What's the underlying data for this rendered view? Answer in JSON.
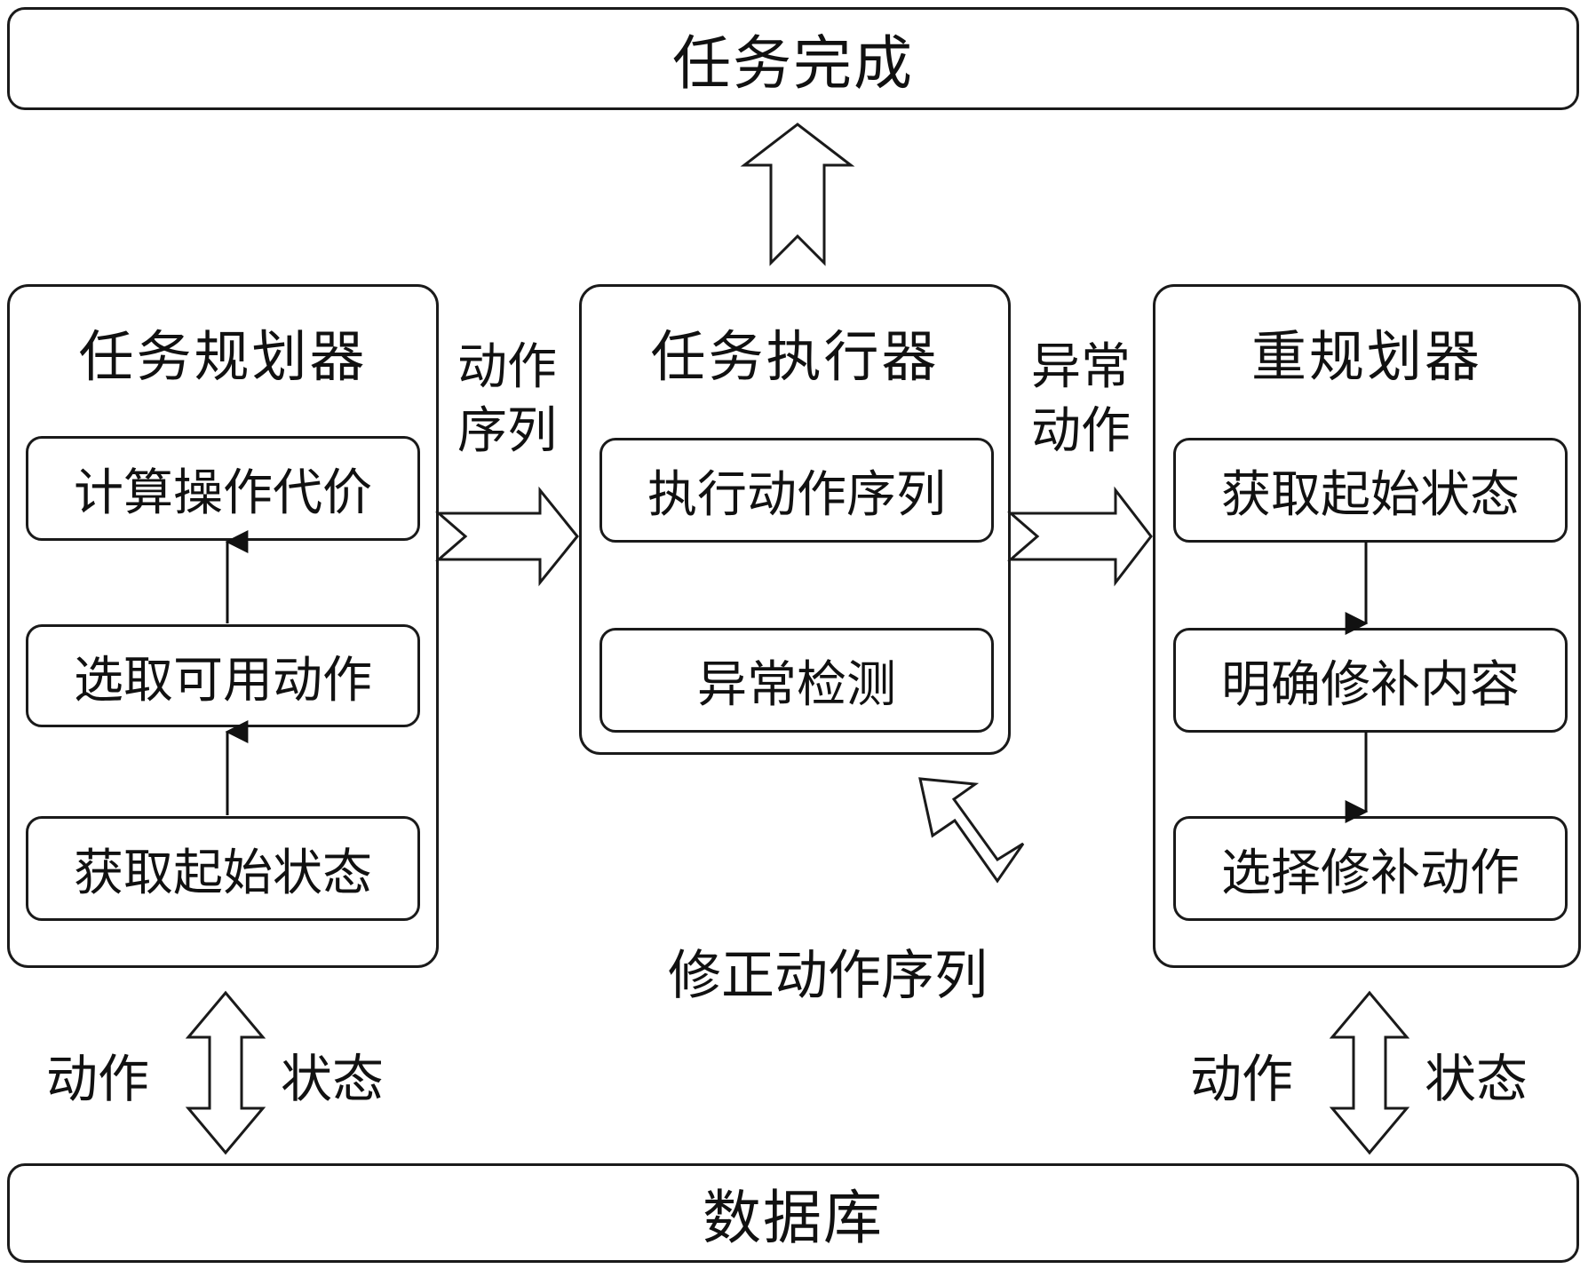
{
  "top_bar": {
    "label": "任务完成"
  },
  "bottom_bar": {
    "label": "数据库"
  },
  "planner": {
    "title": "任务规划器",
    "steps": [
      "计算操作代价",
      "选取可用动作",
      "获取起始状态"
    ]
  },
  "executor": {
    "title": "任务执行器",
    "steps": [
      "执行动作序列",
      "异常检测"
    ]
  },
  "replanner": {
    "title": "重规划器",
    "steps": [
      "获取起始状态",
      "明确修补内容",
      "选择修补动作"
    ]
  },
  "edges": {
    "planner_to_executor": [
      "动作",
      "序列"
    ],
    "executor_to_replanner": [
      "异常",
      "动作"
    ],
    "replanner_to_executor": "修正动作序列",
    "db_left": {
      "left": "动作",
      "right": "状态"
    },
    "db_right": {
      "left": "动作",
      "right": "状态"
    }
  }
}
